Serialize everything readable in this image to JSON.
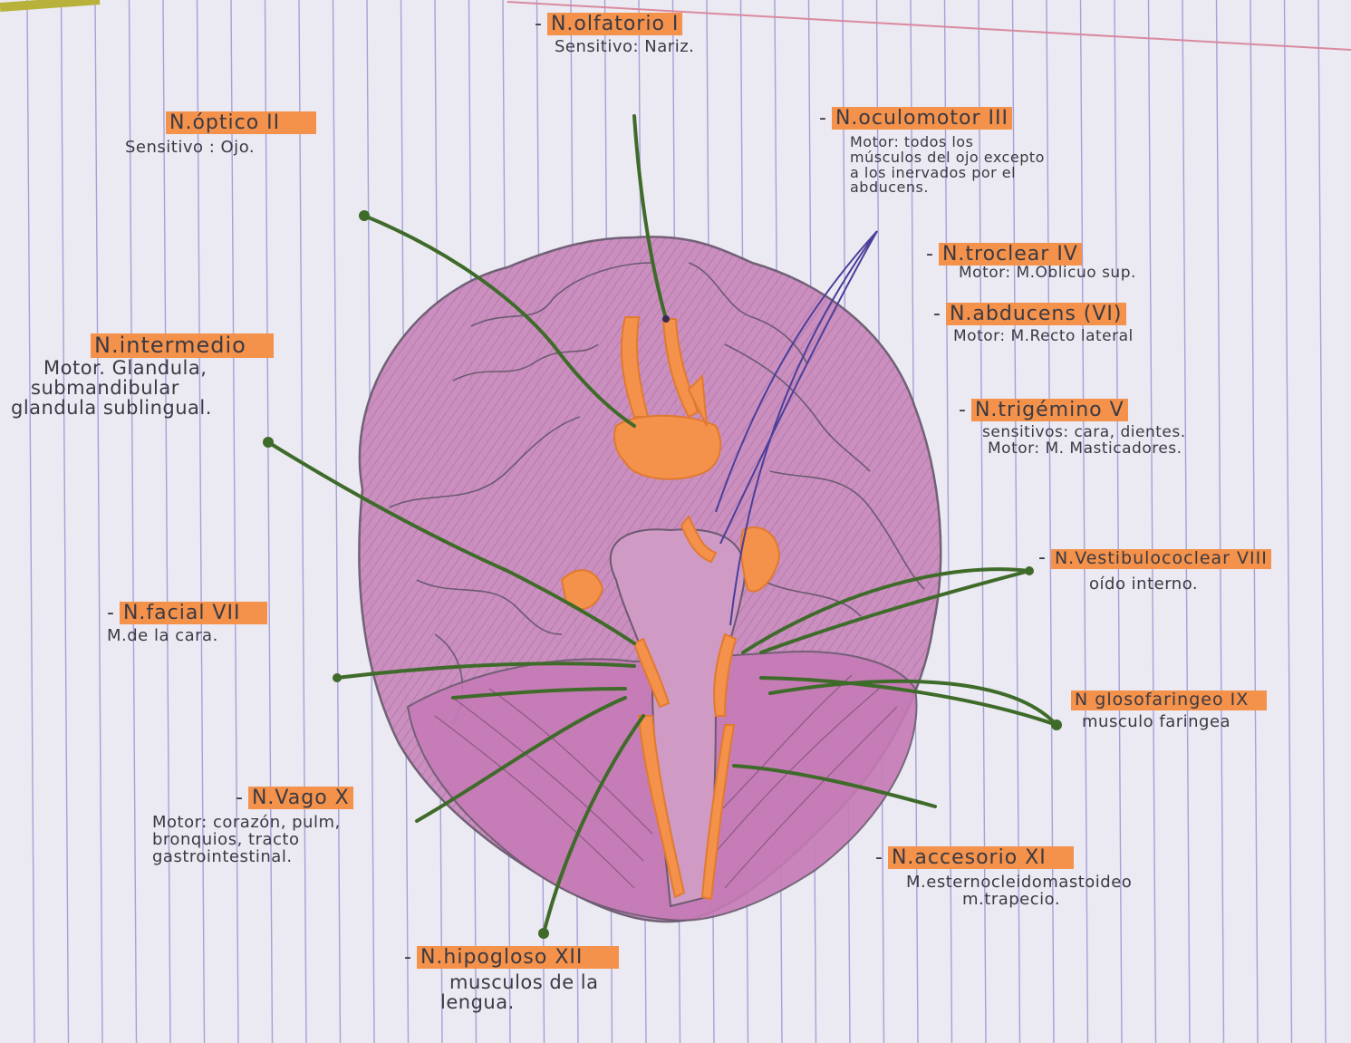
{
  "colors": {
    "paper": "#ebe9f1",
    "rule_line": "#8f8ad0",
    "margin_line": "#d98aa0",
    "brain_fill": "#c98bbd",
    "brain_stroke": "#6b5a70",
    "highlight": "#f4914a",
    "nerve_line": "#3f6b2a",
    "trigeminal_line": "#4a3f9a",
    "ink": "#3a3a44"
  },
  "labels": {
    "olfatorio": {
      "title": "N.olfatorio I",
      "desc": [
        "Sensitivo: Nariz."
      ]
    },
    "optico": {
      "title": "N.óptico II",
      "desc": [
        "Sensitivo : Ojo."
      ]
    },
    "oculomotor": {
      "title": "N.oculomotor III",
      "desc": [
        "Motor: todos los",
        "músculos del ojo excepto",
        "a los inervados por el",
        "abducens."
      ]
    },
    "troclear": {
      "title": "N.troclear IV",
      "desc": [
        "Motor: M.Oblicuo sup."
      ]
    },
    "abducens": {
      "title": "N.abducens (VI)",
      "desc": [
        "Motor: M.Recto lateral"
      ]
    },
    "trigemino": {
      "title": "N.trigémino V",
      "desc": [
        "sensitivos: cara, dientes.",
        "Motor: M. Masticadores."
      ]
    },
    "intermedio": {
      "title": "N.intermedio",
      "desc": [
        "Motor. Glandula,",
        "submandibular",
        "glandula sublingual."
      ]
    },
    "vestibulococlear": {
      "title": "N.Vestibulococlear VIII",
      "desc": [
        "oído interno."
      ]
    },
    "facial": {
      "title": "N.facial VII",
      "desc": [
        "M.de la cara."
      ]
    },
    "glosofaringeo": {
      "title": "N glosofaringeo IX",
      "desc": [
        "musculo faringea"
      ]
    },
    "vago": {
      "title": "N.Vago X",
      "desc": [
        "Motor: corazón, pulm,",
        "bronquios, tracto",
        "gastrointestinal."
      ]
    },
    "accesorio": {
      "title": "N.accesorio XI",
      "desc": [
        "M.esternocleidomastoideo",
        "m.trapecio."
      ]
    },
    "hipogloso": {
      "title": "N.hipogloso XII",
      "desc": [
        "musculos de la",
        "lengua."
      ]
    }
  }
}
